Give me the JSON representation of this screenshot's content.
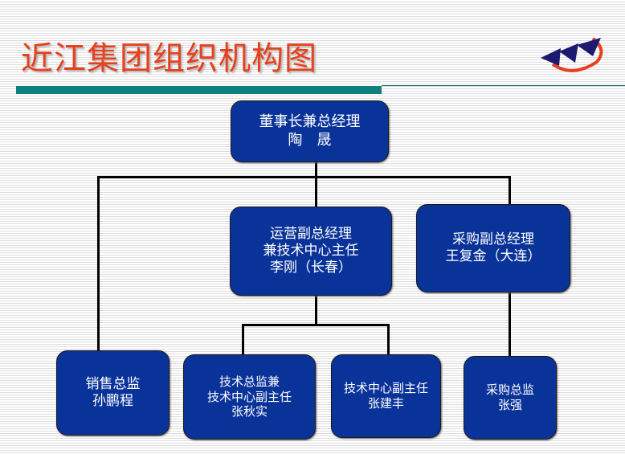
{
  "title": "近江集团组织机构图",
  "chart": {
    "ceo": {
      "role": "董事长兼总经理",
      "name": "陶　晟"
    },
    "ops": {
      "role1": "运营副总经理",
      "role2": "兼技术中心主任",
      "name": "李刚（长春）"
    },
    "purchase": {
      "role": "采购副总经理",
      "name": "王复金（大连）"
    },
    "sales": {
      "role": "销售总监",
      "name": "孙鹏程"
    },
    "tech_director": {
      "role1": "技术总监兼",
      "role2": "技术中心副主任",
      "name": "张秋实"
    },
    "tech_deputy": {
      "role": "技术中心副主任",
      "name": "张建丰"
    },
    "purchase_director": {
      "role": "采购总监",
      "name": "张强"
    }
  }
}
